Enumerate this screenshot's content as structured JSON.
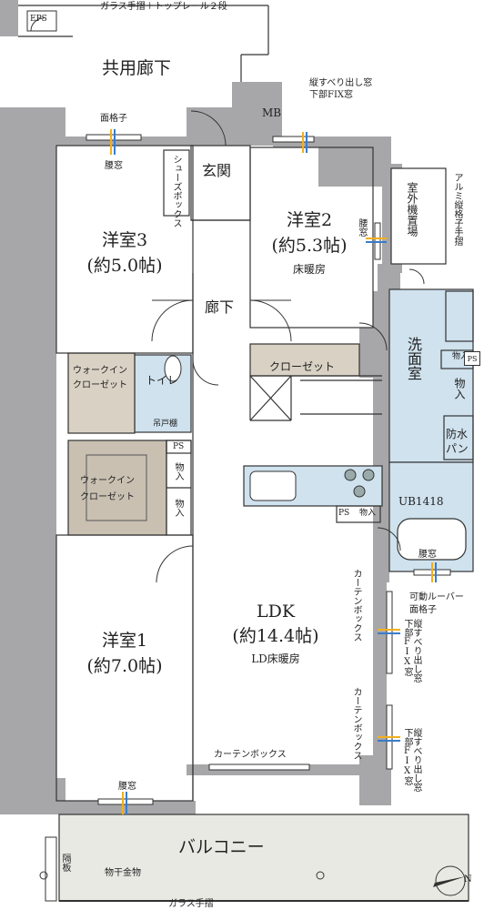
{
  "colors": {
    "wall": "#a7a7aa",
    "wet_area": "#cfe2ee",
    "closet": "#d9d1c4",
    "walkin": "#c9c0b2",
    "balcony": "#e9e9e4",
    "line": "#333333"
  },
  "annotations": {
    "top_rail": "ガラス手摺＋トップレール２段",
    "bottom_rail": "ガラス手摺",
    "eps": "EPS",
    "mb": "MB",
    "north": "N",
    "north_mark": "north-arrow-icon"
  },
  "rooms": {
    "corridor_common": "共用廊下",
    "genkan": "玄関",
    "shoe_box": "シューズボックス",
    "hallway": "廊下",
    "western3": {
      "name": "洋室3",
      "size": "(約5.0帖)"
    },
    "western2": {
      "name": "洋室2",
      "size": "(約5.3帖)",
      "note": "床暖房"
    },
    "western1": {
      "name": "洋室1",
      "size": "(約7.0帖)"
    },
    "walkin_small": "ウォークイン\nクローゼット",
    "walkin_large": "ウォークイン\nクローゼット",
    "toilet": "トイレ",
    "toilet_cabinet": "吊戸棚",
    "closet": "クローゼット",
    "washroom": "洗面室",
    "storage_a": "物入",
    "storage_b": "物入",
    "storage_c": "物入",
    "storage_d": "物入",
    "storage_e": "物入",
    "ps_a": "PS",
    "ps_b": "PS",
    "ps_c": "PS",
    "waterproof_pan": "防水\nパン",
    "bath": "UB1418",
    "outdoor_unit": "室外機置場",
    "ldk": {
      "name": "LDK",
      "size": "(約14.4帖)",
      "note": "LD床暖房"
    },
    "balcony": "バルコニー",
    "partition": "隔板",
    "clothes_hanger": "物干金物"
  },
  "windows": {
    "face_lattice": "面格子",
    "waist_window_w3": "腰窓",
    "waist_window_w2": "腰窓",
    "waist_window_bath": "腰窓",
    "waist_window_w1": "腰窓",
    "w2_top_window": "縦すべり出し窓\n下部FIX窓",
    "aluminum_rail": "アルミ縦格子手摺",
    "movable_louver": "可動ルーバー\n面格子",
    "curtain_box_top": "カーテンボックス",
    "curtain_box_bottom": "カーテンボックス",
    "curtain_box_horizontal": "カーテンボックス",
    "ldk_window_1": "縦すべり出し窓\n下部FIX窓",
    "ldk_window_2": "縦すべり出し窓\n下部FIX窓"
  }
}
